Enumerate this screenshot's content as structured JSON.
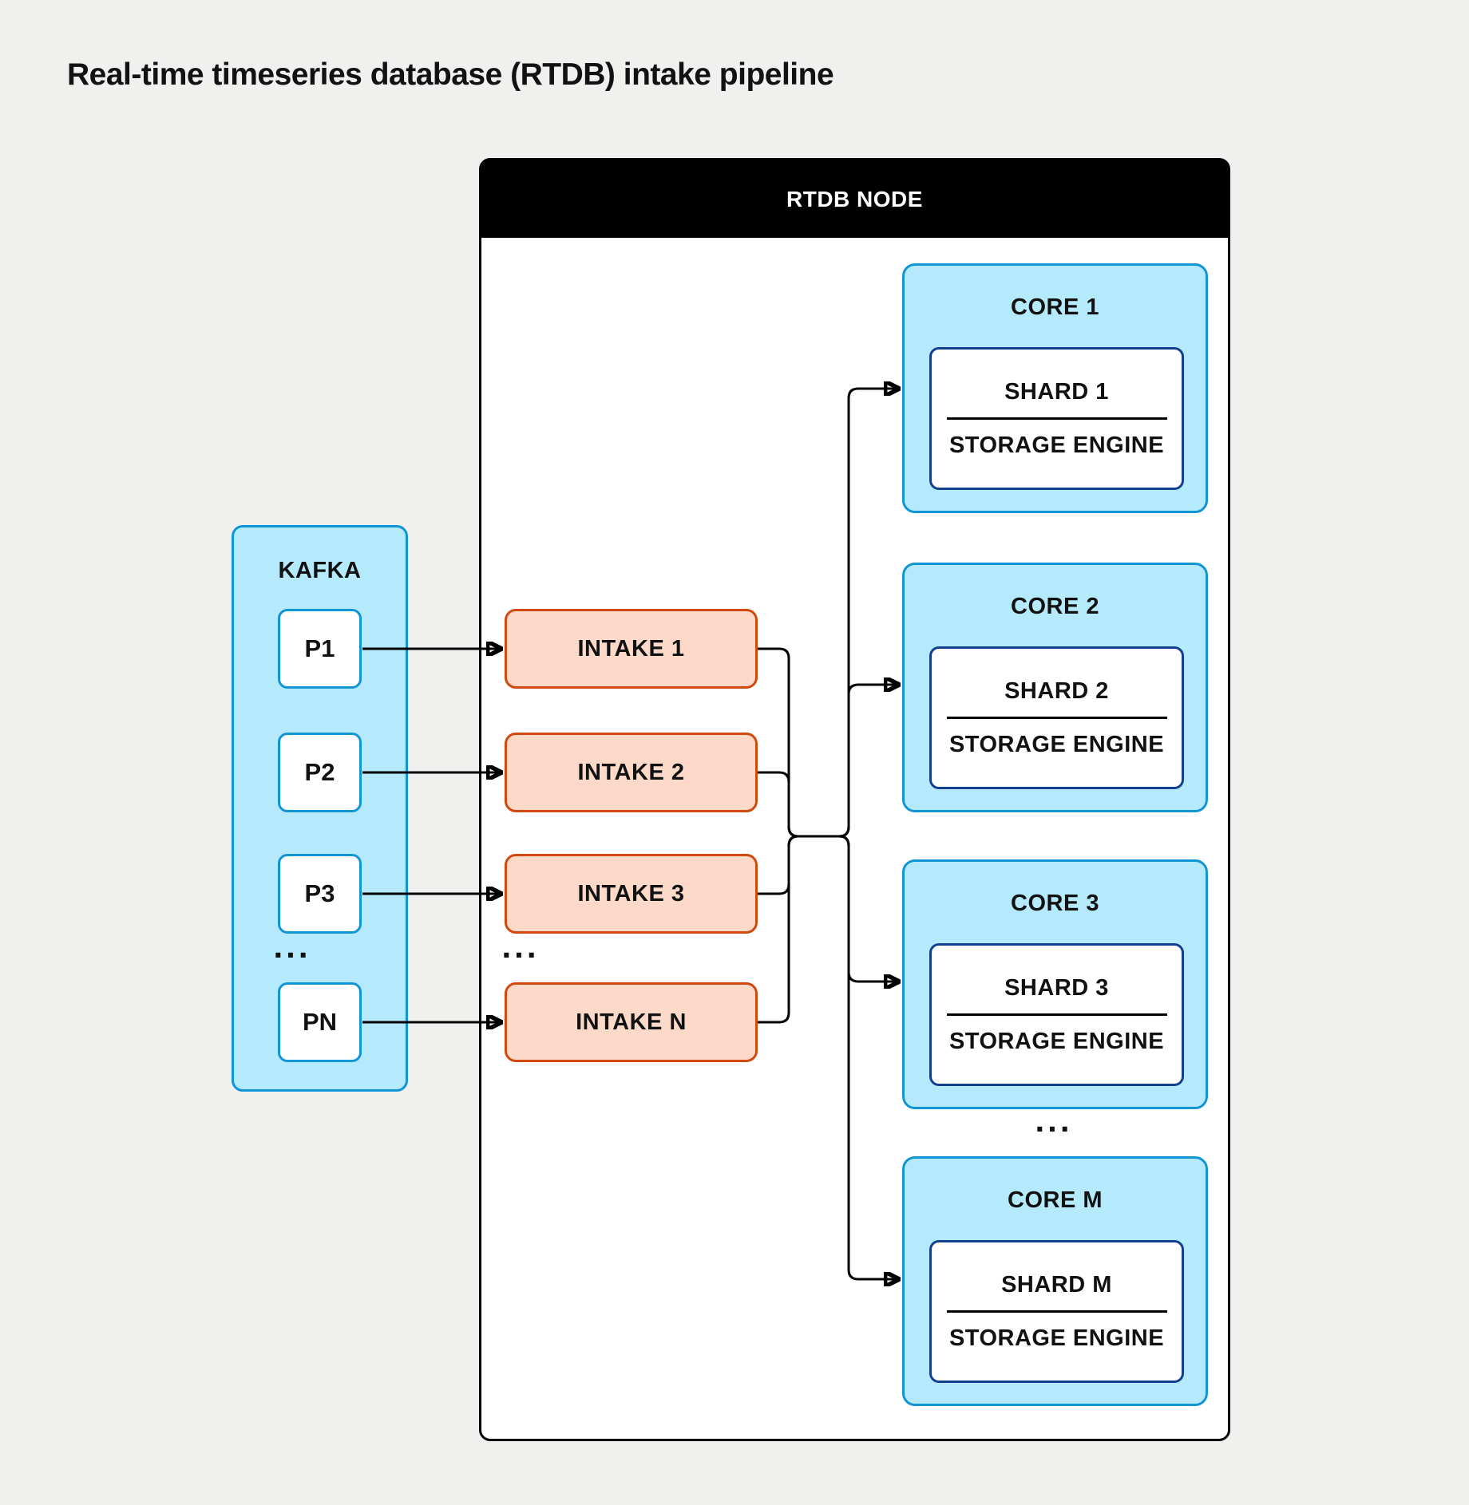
{
  "title": "Real-time timeseries database (RTDB) intake pipeline",
  "rtdb_node": {
    "header": "RTDB NODE"
  },
  "kafka": {
    "label": "KAFKA",
    "partitions": [
      {
        "label": "P1"
      },
      {
        "label": "P2"
      },
      {
        "label": "P3"
      },
      {
        "label": "PN"
      }
    ],
    "ellipsis": "..."
  },
  "intakes": {
    "items": [
      {
        "label": "INTAKE 1"
      },
      {
        "label": "INTAKE 2"
      },
      {
        "label": "INTAKE 3"
      },
      {
        "label": "INTAKE N"
      }
    ],
    "ellipsis": "..."
  },
  "cores": {
    "items": [
      {
        "title": "CORE 1",
        "shard": "SHARD 1",
        "engine": "STORAGE ENGINE"
      },
      {
        "title": "CORE 2",
        "shard": "SHARD 2",
        "engine": "STORAGE ENGINE"
      },
      {
        "title": "CORE 3",
        "shard": "SHARD 3",
        "engine": "STORAGE ENGINE"
      },
      {
        "title": "CORE M",
        "shard": "SHARD M",
        "engine": "STORAGE ENGINE"
      }
    ],
    "ellipsis": "..."
  },
  "colors": {
    "background": "#f0f0ee",
    "light_blue_fill": "#b5e9fc",
    "blue_border": "#1095d6",
    "navy_border": "#123f8f",
    "orange_fill": "#fcd9c9",
    "orange_border": "#d1490c",
    "node_header": "#000000",
    "text": "#111111",
    "white": "#ffffff"
  }
}
